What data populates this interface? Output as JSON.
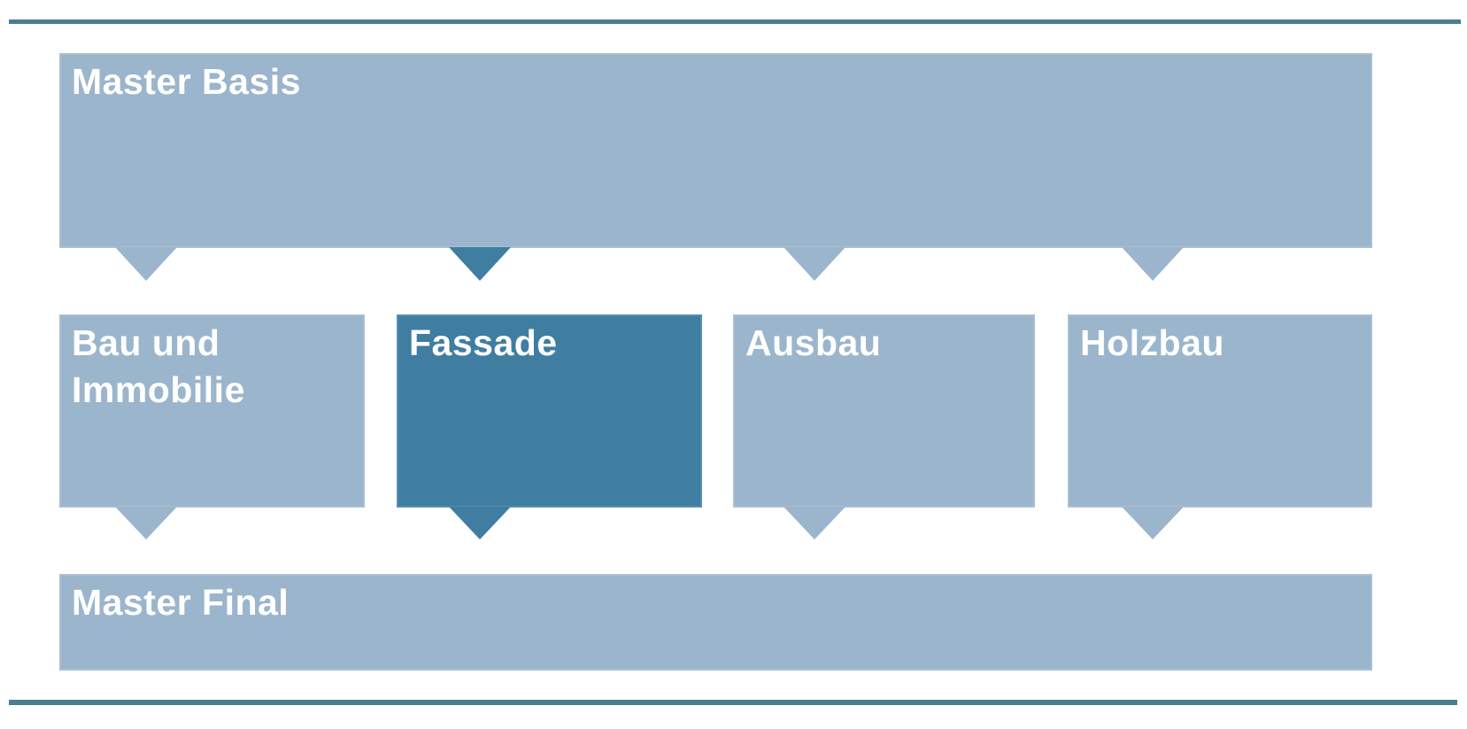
{
  "colors": {
    "background": "#ffffff",
    "box_light": "#9bb5cc",
    "box_dark": "#3f7da1",
    "divider": "#4a7c92",
    "label_text": "#ffffff"
  },
  "flow": {
    "top_bar": {
      "label": "Master Basis",
      "highlighted": false
    },
    "middle_boxes": [
      {
        "label": "Bau und Immobilie",
        "highlighted": false
      },
      {
        "label": "Fassade",
        "highlighted": true
      },
      {
        "label": "Ausbau",
        "highlighted": false
      },
      {
        "label": "Holzbau",
        "highlighted": false
      }
    ],
    "bottom_bar": {
      "label": "Master Final",
      "highlighted": false
    }
  }
}
